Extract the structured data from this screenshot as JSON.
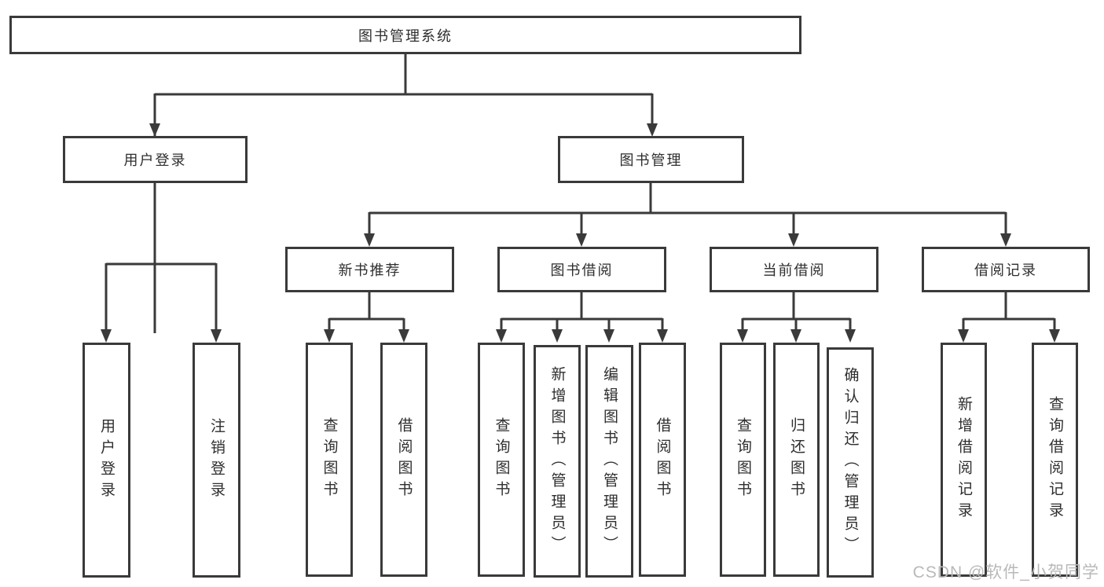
{
  "colors": {
    "line": "#3a3a3a",
    "box_border": "#3a3a3a",
    "text": "#2e2e2e",
    "watermark": "#b9b9b9",
    "background": "#ffffff"
  },
  "nodes": {
    "root": "图书管理系统",
    "user_login": "用户登录",
    "book_management": "图书管理",
    "new_book_recommend": "新书推荐",
    "book_borrow": "图书借阅",
    "current_borrow": "当前借阅",
    "borrow_records": "借阅记录",
    "leaf_user_login": "用户登录",
    "leaf_logout": "注销登录",
    "leaf_rec_query_books": "查询图书",
    "leaf_rec_borrow_books": "借阅图书",
    "leaf_bb_query_books": "查询图书",
    "leaf_bb_add_books_admin": "新增图书（管理员）",
    "leaf_bb_edit_books_admin": "编辑图书（管理员）",
    "leaf_bb_borrow_books": "借阅图书",
    "leaf_cb_query_books": "查询图书",
    "leaf_cb_return_books": "归还图书",
    "leaf_cb_confirm_return_admin": "确认归还（管理员）",
    "leaf_br_add_record": "新增借阅记录",
    "leaf_br_query_record": "查询借阅记录"
  },
  "watermark": "CSDN @软件_小贺同学"
}
